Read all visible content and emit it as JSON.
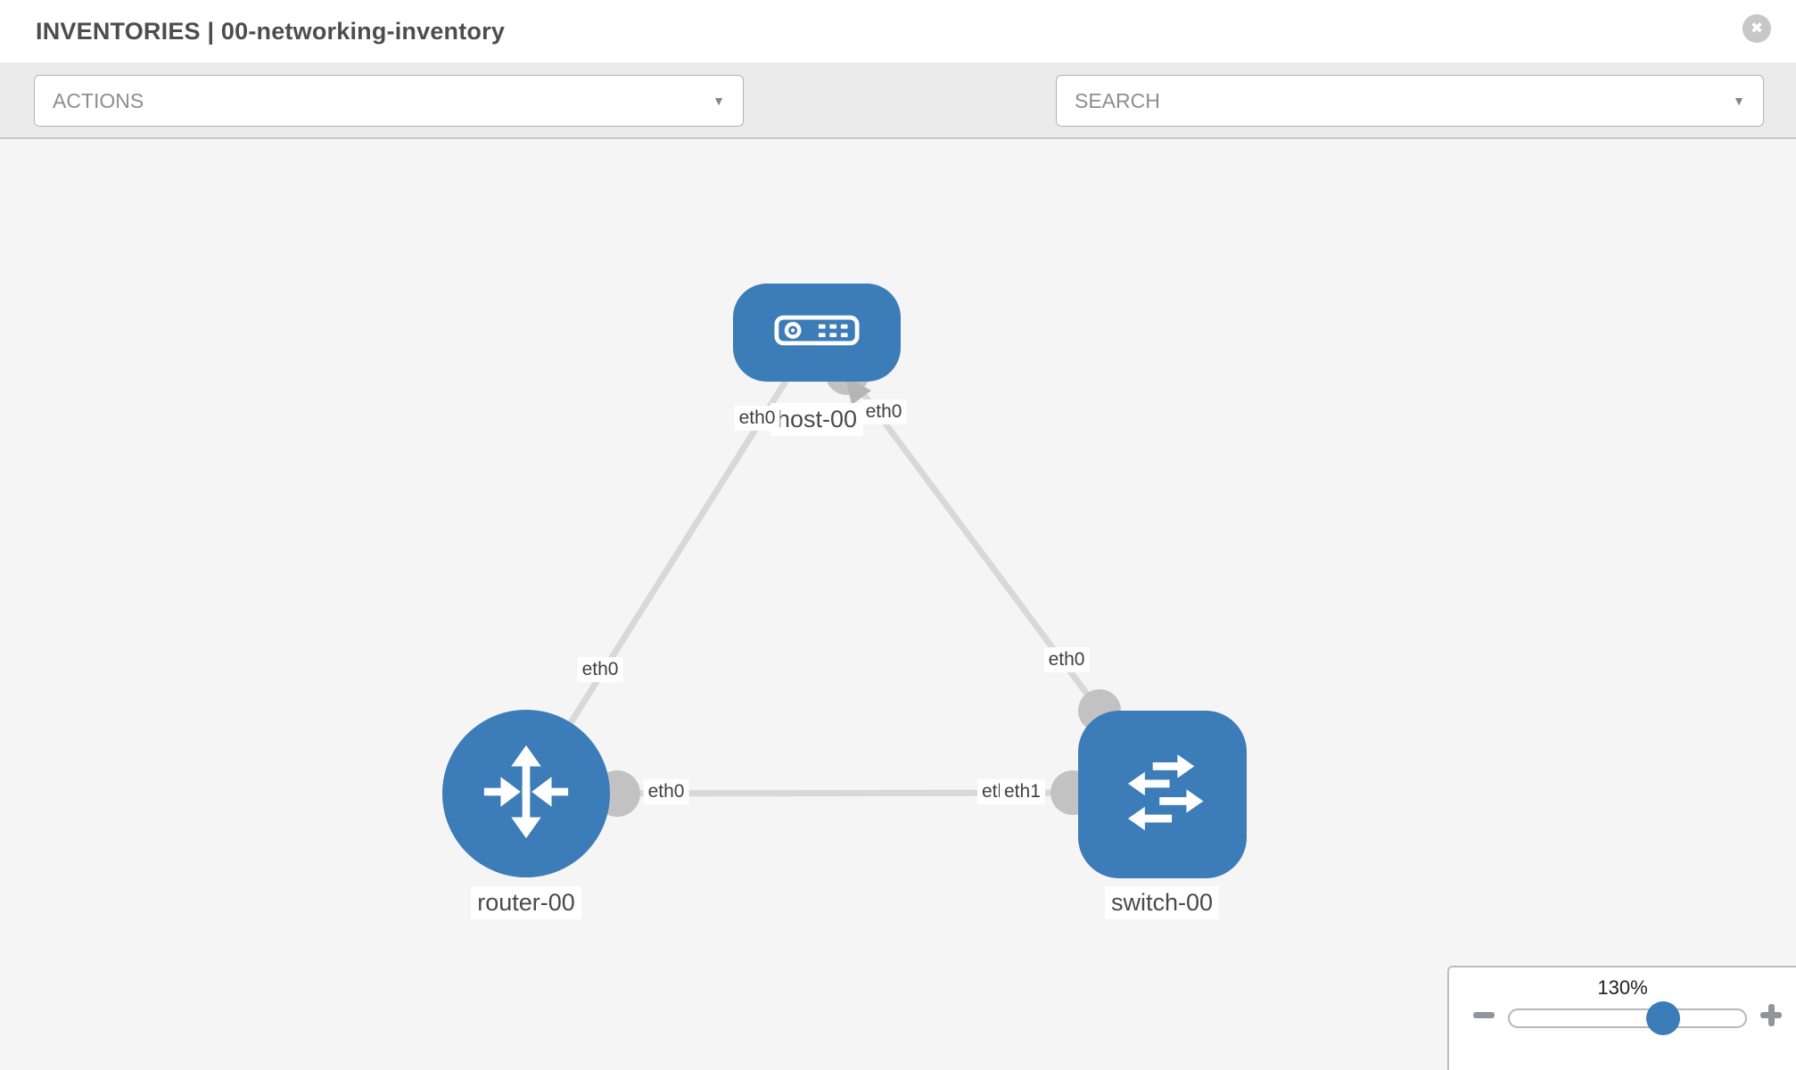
{
  "header": {
    "title": "INVENTORIES | 00-networking-inventory"
  },
  "toolbar": {
    "actions_label": "ACTIONS",
    "search_label": "SEARCH"
  },
  "icons": {
    "close": "✖",
    "caret": "▼",
    "wrench": "wrench",
    "key": "key",
    "zoom_out": "minus",
    "zoom_in": "plus",
    "host": "server",
    "router": "router-arrows",
    "switch": "switch-arrows"
  },
  "topology": {
    "nodes": [
      {
        "id": "host-00",
        "type": "host",
        "label": "host-00"
      },
      {
        "id": "router-00",
        "type": "router",
        "label": "router-00"
      },
      {
        "id": "switch-00",
        "type": "switch",
        "label": "switch-00"
      }
    ],
    "links": [
      {
        "from": "host-00",
        "from_port": "eth0",
        "to": "router-00",
        "to_port": "eth0"
      },
      {
        "from": "host-00",
        "from_port": "eth0",
        "to": "switch-00",
        "to_port": "eth0"
      },
      {
        "from": "router-00",
        "from_port": "eth0",
        "to": "switch-00",
        "to_port": "eth1"
      }
    ],
    "overlapped_port_label": "eth0"
  },
  "zoom_control": {
    "level": "130%",
    "percent": 130
  },
  "colors": {
    "node_blue": "#3c7cb8",
    "link_gray": "#d8d8d8",
    "connector_gray": "#c2c2c2",
    "arrow_gray": "#b5b5b5",
    "toolbar_bg": "#ebebeb",
    "canvas_bg": "#f5f5f5",
    "icon_gray": "#77818c",
    "title_gray": "#4d4d4d"
  }
}
